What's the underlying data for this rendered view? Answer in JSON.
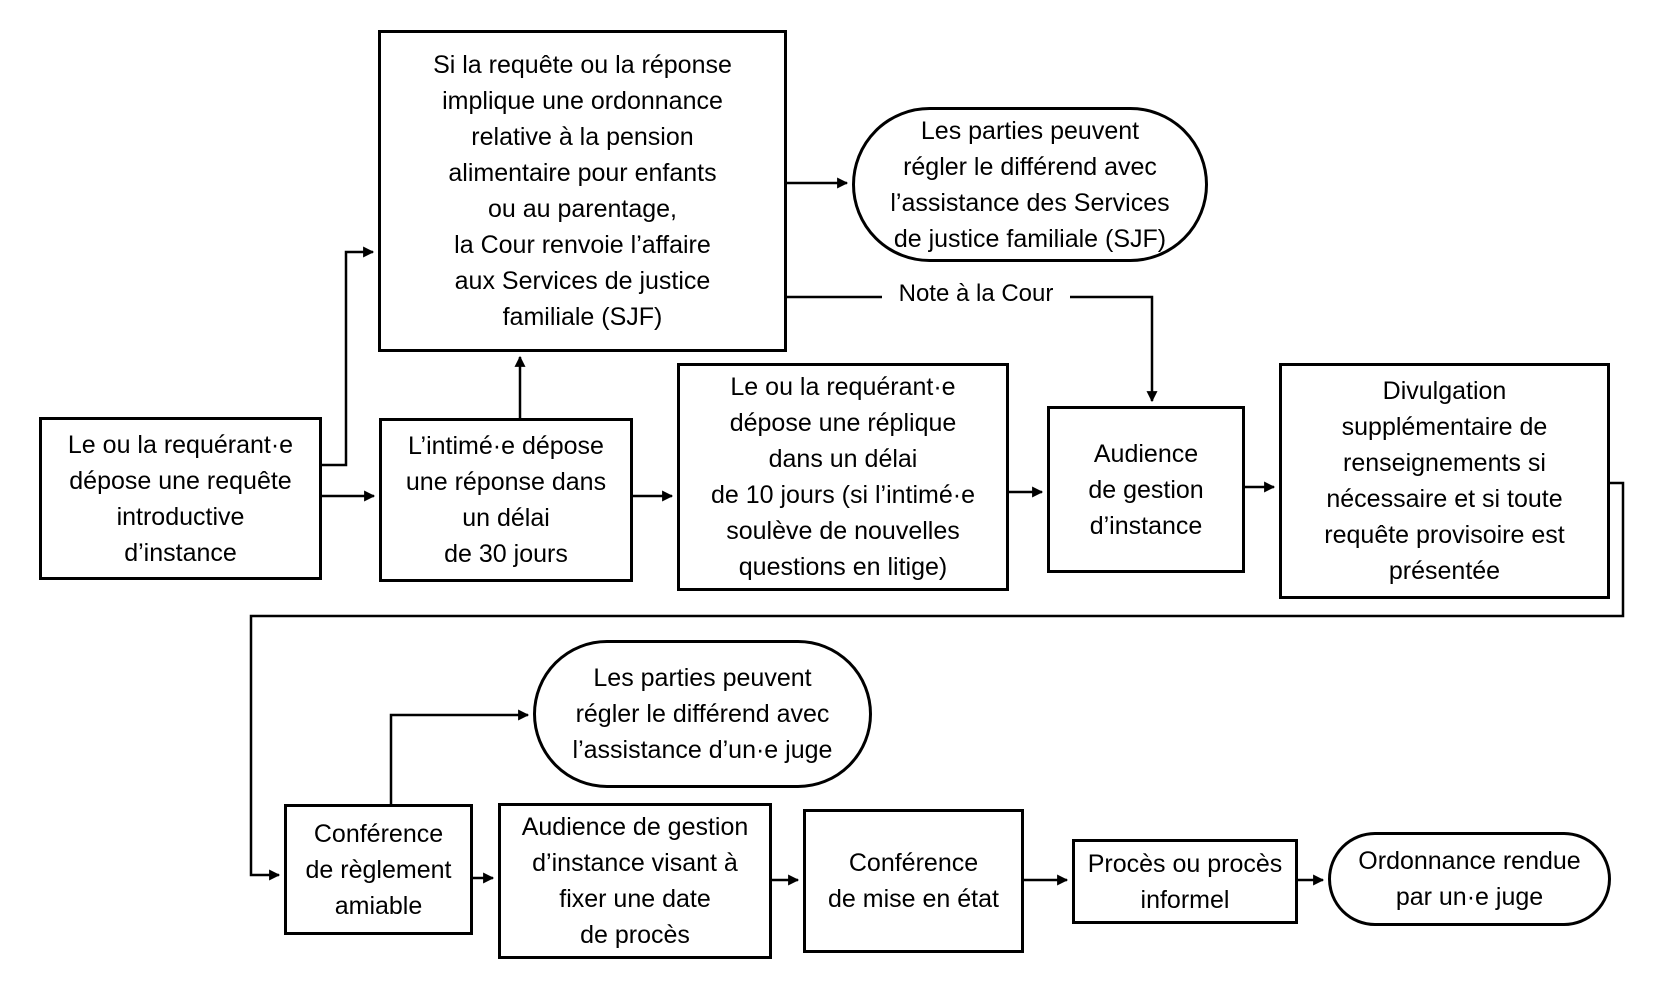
{
  "diagram": {
    "background_color": "#ffffff",
    "line_color": "#000000",
    "nodes": {
      "applicant_files": {
        "shape": "rect",
        "label": "Le ou la requérant·e\ndépose une requête\nintroductive\nd’instance"
      },
      "sjf_referral": {
        "shape": "rect",
        "label": "Si la requête ou la réponse\nimplique une ordonnance\nrelative à la pension\nalimentaire pour enfants\nou au parentage,\nla Cour renvoie l’affaire\naux Services de justice\nfamiliale (SJF)"
      },
      "sjf_settlement": {
        "shape": "rounded",
        "label": "Les parties peuvent\nrégler le différend avec\nl’assistance des Services\nde justice familiale (SJF)"
      },
      "respondent_response": {
        "shape": "rect",
        "label": "L’intimé·e dépose\nune réponse dans\nun délai\nde 30 jours"
      },
      "applicant_reply": {
        "shape": "rect",
        "label": "Le ou la requérant·e\ndépose une réplique\ndans un délai\nde 10 jours (si l’intimé·e\nsoulève de nouvelles\nquestions en litige)"
      },
      "case_management_hearing": {
        "shape": "rect",
        "label": "Audience\nde gestion\nd’instance"
      },
      "additional_disclosure": {
        "shape": "rect",
        "label": "Divulgation\nsupplémentaire de\nrenseignements si\nnécessaire et si toute\nrequête provisoire est\nprésentée"
      },
      "settlement_conference": {
        "shape": "rect",
        "label": "Conférence\nde règlement\namiable"
      },
      "judge_settlement": {
        "shape": "rounded",
        "label": "Les parties peuvent\nrégler le différend avec\nl’assistance d’un·e juge"
      },
      "trial_date_hearing": {
        "shape": "rect",
        "label": "Audience de gestion\nd’instance visant à\nfixer une date\nde procès"
      },
      "trial_readiness_conference": {
        "shape": "rect",
        "label": "Conférence\nde mise en état"
      },
      "trial": {
        "shape": "rect",
        "label": "Procès ou procès\ninformel"
      },
      "order_made": {
        "shape": "rounded",
        "label": "Ordonnance rendue\npar un·e juge"
      }
    },
    "edge_labels": {
      "note_to_court": "Note à la Cour"
    }
  }
}
